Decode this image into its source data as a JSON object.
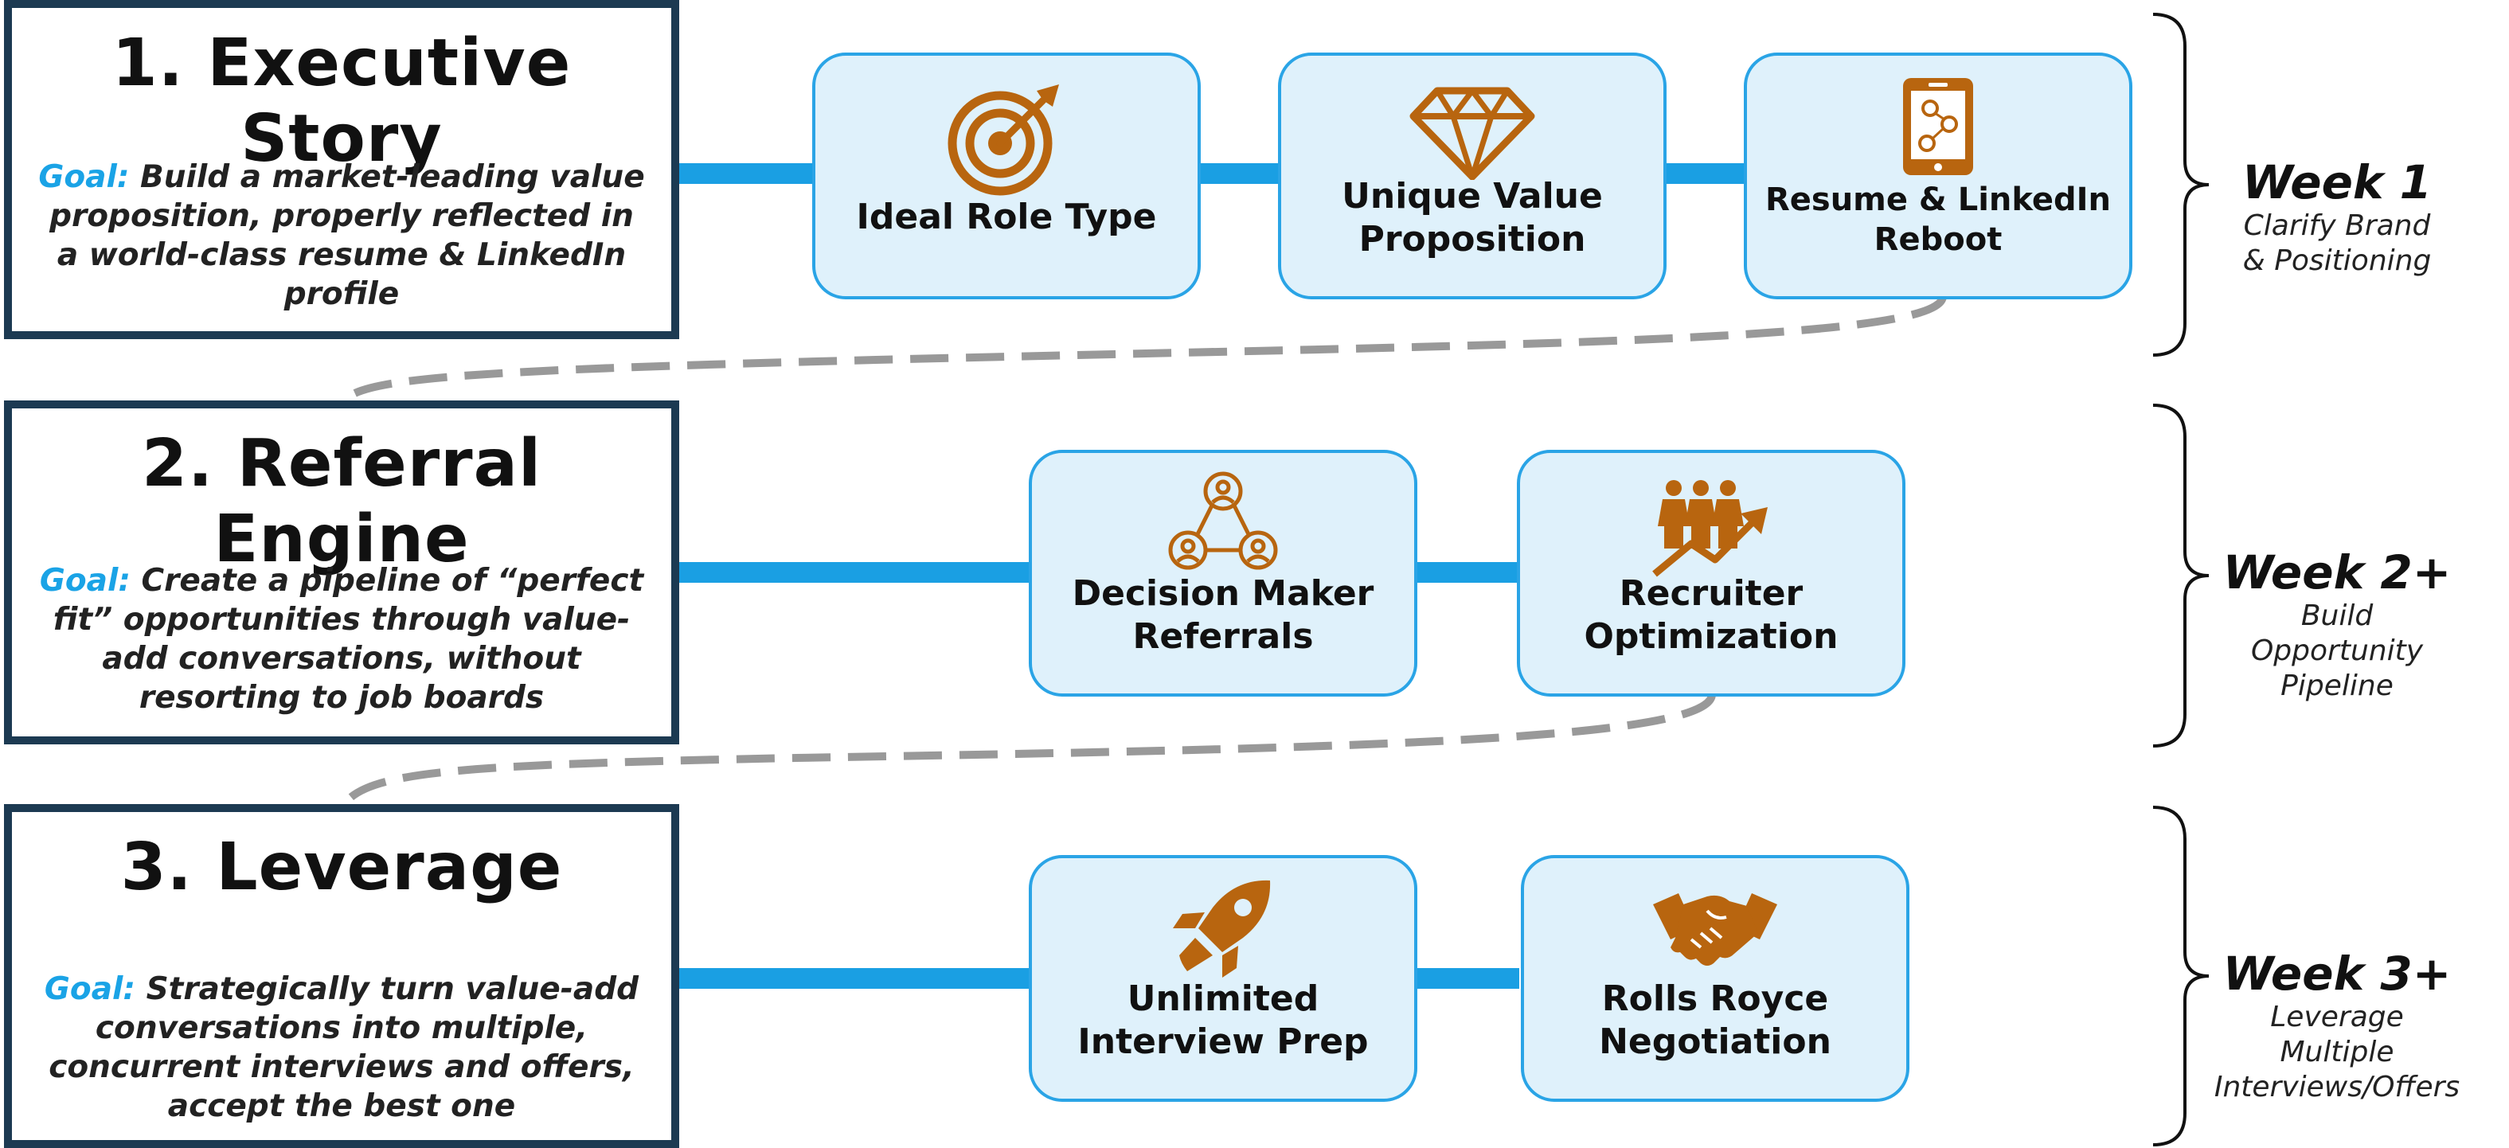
{
  "stages": [
    {
      "title": "1. Executive Story",
      "goal_label": "Goal:",
      "goal_text": "Build a market-leading value proposition, properly reflected in a world-class resume & LinkedIn profile",
      "steps": [
        {
          "label": "Ideal Role Type",
          "icon": "target-icon"
        },
        {
          "label": "Unique Value Proposition",
          "icon": "diamond-icon"
        },
        {
          "label": "Resume & LinkedIn Reboot",
          "icon": "smartphone-network-icon"
        }
      ],
      "week": {
        "title": "Week 1",
        "subtitle": "Clarify Brand & Positioning"
      }
    },
    {
      "title": "2. Referral Engine",
      "goal_label": "Goal:",
      "goal_text": "Create a pipeline of “perfect fit” opportunities through value-add conversations, without resorting to job boards",
      "steps": [
        {
          "label": "Decision Maker Referrals",
          "icon": "people-network-icon"
        },
        {
          "label": "Recruiter Optimization",
          "icon": "team-growth-icon"
        }
      ],
      "week": {
        "title": "Week 2+",
        "subtitle": "Build Opportunity Pipeline"
      }
    },
    {
      "title": "3. Leverage",
      "goal_label": "Goal:",
      "goal_text": "Strategically turn value-add conversations into multiple, concurrent interviews and offers, accept the best one",
      "steps": [
        {
          "label": "Unlimited Interview Prep",
          "icon": "rocket-icon"
        },
        {
          "label": "Rolls Royce Negotiation",
          "icon": "handshake-icon"
        }
      ],
      "week": {
        "title": "Week 3+",
        "subtitle": "Leverage Multiple Interviews/Offers"
      }
    }
  ],
  "colors": {
    "stage_border": "#1c3a52",
    "goal_label": "#1aa3e6",
    "connector": "#1a9fe3",
    "step_fill": "#dff1fb",
    "step_border": "#2aa4e6",
    "icon": "#b8650f",
    "dashed_path": "#999999"
  }
}
